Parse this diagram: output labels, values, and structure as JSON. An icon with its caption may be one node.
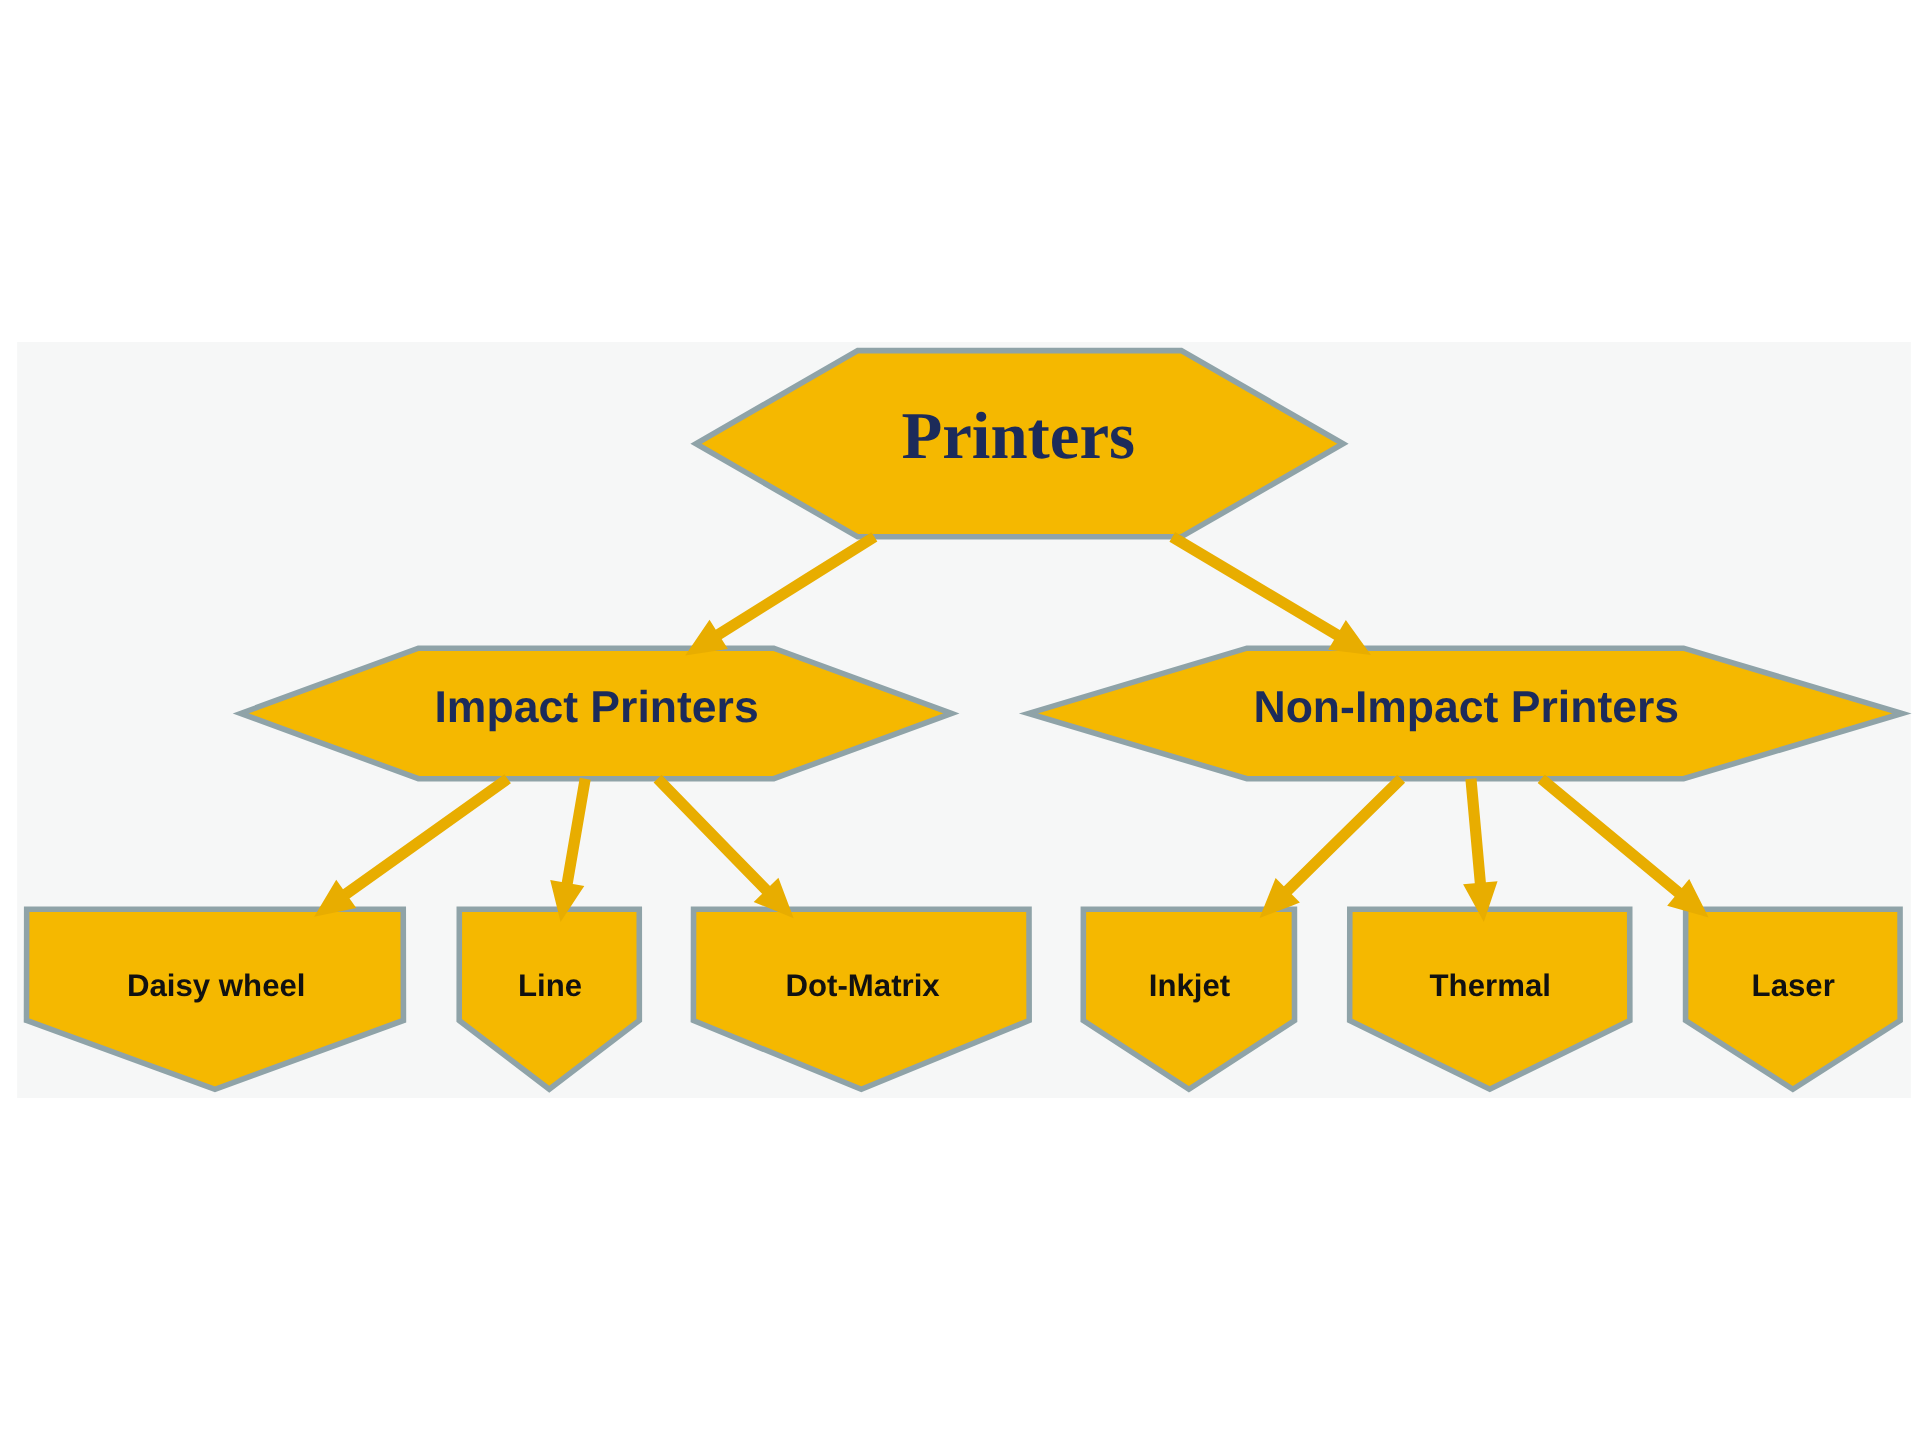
{
  "diagram": {
    "nodes": [
      {
        "text": [
          "Printers"
        ]
      },
      {
        "text": [
          "Impact Printers"
        ]
      },
      {
        "text": [
          "Non-Impact Printers"
        ]
      },
      {
        "text": [
          "Daisy wheel"
        ]
      },
      {
        "text": [
          "Line"
        ]
      },
      {
        "text": [
          "Dot-Matrix"
        ]
      },
      {
        "text": [
          "Inkjet"
        ]
      },
      {
        "text": [
          "Thermal"
        ]
      },
      {
        "text": [
          "Laser"
        ]
      }
    ],
    "edges": [
      {
        "from": 0,
        "to": 1,
        "arrow": "to"
      },
      {
        "from": 0,
        "to": 2,
        "arrow": "to"
      },
      {
        "from": 1,
        "to": 3,
        "arrow": "to"
      },
      {
        "from": 1,
        "to": 4,
        "arrow": "to"
      },
      {
        "from": 1,
        "to": 5,
        "arrow": "to"
      },
      {
        "from": 2,
        "to": 6,
        "arrow": "to"
      },
      {
        "from": 2,
        "to": 7,
        "arrow": "to"
      },
      {
        "from": 2,
        "to": 8,
        "arrow": "to"
      }
    ]
  }
}
